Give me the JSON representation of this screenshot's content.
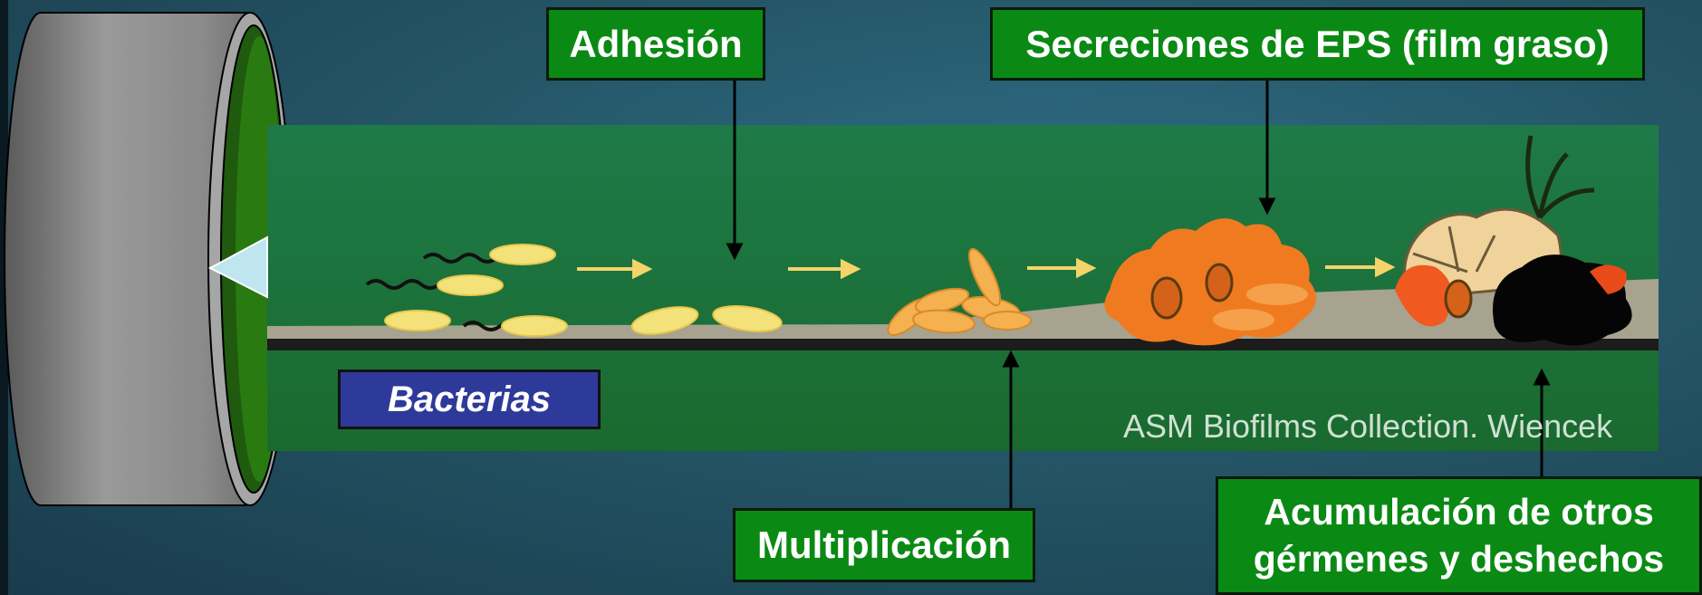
{
  "labels": {
    "adhesion": "Adhesión",
    "secreciones": "Secreciones  de EPS (film graso)",
    "multiplicacion": "Multiplicación",
    "acumulacion": "Acumulación de otros gérmenes y deshechos",
    "bacterias": "Bacterias"
  },
  "credit": "ASM Biofilms Collection. Wiencek",
  "colors": {
    "label_green": "#0a8a14",
    "panel_green": "#1f7a3e",
    "bacteria_yellow": "#f3e27a",
    "eps_orange": "#f08a2a",
    "bacterias_blue": "#2e3a9a"
  }
}
